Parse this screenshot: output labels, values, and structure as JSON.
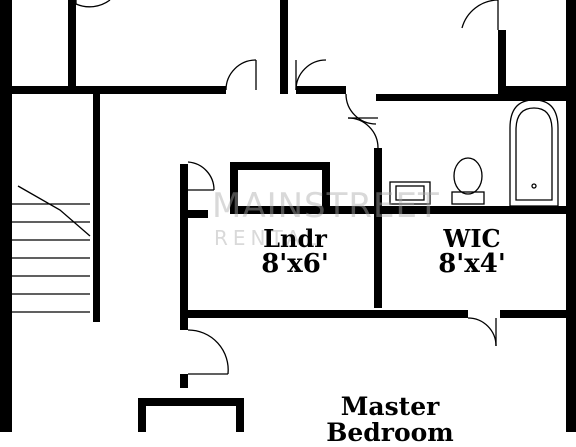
{
  "rooms": {
    "laundry": {
      "name": "Lndr",
      "size": "8'x6'"
    },
    "wic": {
      "name": "WIC",
      "size": "8'x4'"
    },
    "master": {
      "name": "Master",
      "name_line2": "Bedroom"
    }
  },
  "watermark": {
    "line1": "MAINSTREET",
    "line2": "RENTAL"
  },
  "colors": {
    "wall": "#000000",
    "background": "#ffffff",
    "watermark": "#aaaaaa"
  }
}
